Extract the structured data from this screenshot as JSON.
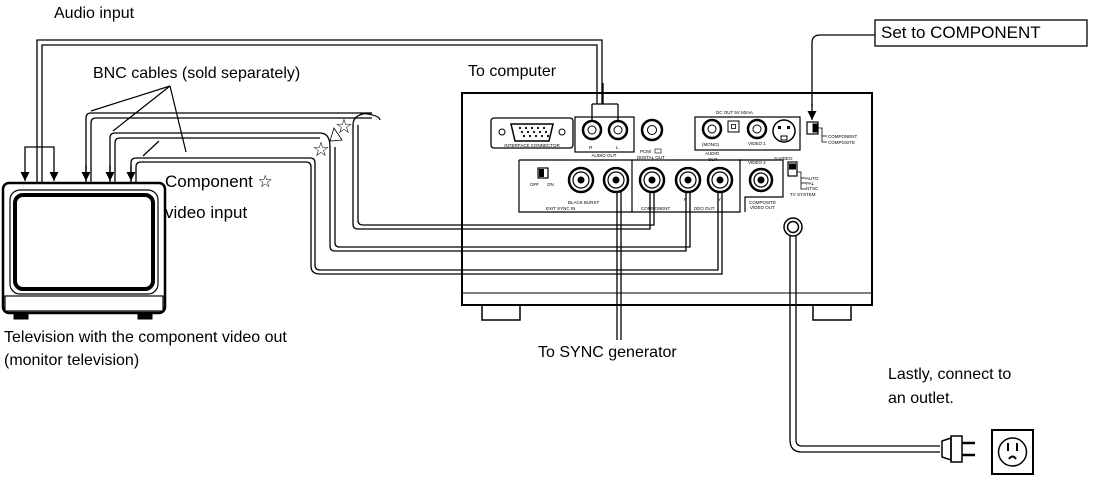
{
  "labels": {
    "audio_input": "Audio input",
    "bnc_cables": "BNC cables (sold separately)",
    "to_computer": "To computer",
    "set_to_component": "Set to COMPONENT",
    "component_video_input_1": "Component",
    "component_video_input_2": "video input",
    "tv_caption_1": "Television with the component video out",
    "tv_caption_2": "(monitor television)",
    "to_sync_generator": "To SYNC generator",
    "lastly_1": "Lastly, connect to",
    "lastly_2": "an outlet."
  },
  "panel": {
    "interface_connector": "INTERFACE CONNECTOR",
    "audio_r": "R",
    "audio_l": "L",
    "audio_out": "AUDIO OUT",
    "pcm": "PCM/",
    "digital_out": "DIGITAL OUT",
    "dc_out": "DC OUT 5V 60mA",
    "mono": "(MONO)",
    "audio": "AUDIO",
    "out": "OUT",
    "video1": "VIDEO 1",
    "svideo": "S-VIDEO",
    "component": "COMPONENT",
    "composite": "COMPOSITE",
    "switch_off": "OFF",
    "switch_on": "ON",
    "black_burst": "BLACK BURST",
    "exit_sync_in": "EXIT SYNC IN",
    "comp_label": "COMPONENT",
    "deo_out": "DEO OUT",
    "jack_p": "P",
    "jack_y": "Y",
    "video2": "VIDEO 2",
    "composite_video_out_1": "COMPOSITE",
    "composite_video_out_2": "VIDEO OUT",
    "auto": "AUTO",
    "pal": "PAL",
    "ntsc": "NTSC",
    "tv_system": "TV SYSTEM"
  },
  "symbols": {
    "star": "☆"
  },
  "colors": {
    "line": "#000000",
    "background": "#ffffff"
  }
}
